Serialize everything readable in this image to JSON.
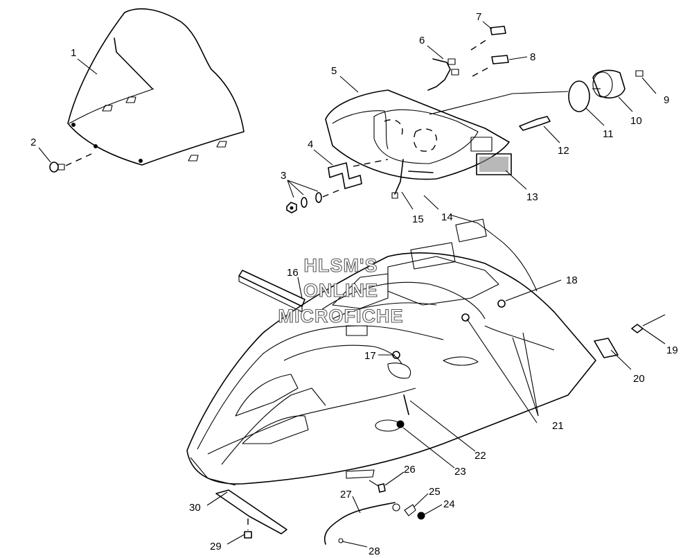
{
  "watermark": {
    "line1": "HLSM'S",
    "line2": "ONLINE",
    "line3": "MICROFICHE"
  },
  "callouts": [
    {
      "id": "1",
      "label": "1"
    },
    {
      "id": "2",
      "label": "2"
    },
    {
      "id": "3",
      "label": "3"
    },
    {
      "id": "4",
      "label": "4"
    },
    {
      "id": "5",
      "label": "5"
    },
    {
      "id": "6",
      "label": "6"
    },
    {
      "id": "7",
      "label": "7"
    },
    {
      "id": "8",
      "label": "8"
    },
    {
      "id": "9",
      "label": "9"
    },
    {
      "id": "10",
      "label": "10"
    },
    {
      "id": "11",
      "label": "11"
    },
    {
      "id": "12",
      "label": "12"
    },
    {
      "id": "13",
      "label": "13"
    },
    {
      "id": "14",
      "label": "14"
    },
    {
      "id": "15",
      "label": "15"
    },
    {
      "id": "16",
      "label": "16"
    },
    {
      "id": "17",
      "label": "17"
    },
    {
      "id": "18",
      "label": "18"
    },
    {
      "id": "19",
      "label": "19"
    },
    {
      "id": "20",
      "label": "20"
    },
    {
      "id": "21",
      "label": "21"
    },
    {
      "id": "22",
      "label": "22"
    },
    {
      "id": "23",
      "label": "23"
    },
    {
      "id": "24",
      "label": "24"
    },
    {
      "id": "25",
      "label": "25"
    },
    {
      "id": "26",
      "label": "26"
    },
    {
      "id": "27",
      "label": "27"
    },
    {
      "id": "28",
      "label": "28"
    },
    {
      "id": "29",
      "label": "29"
    },
    {
      "id": "30",
      "label": "30"
    }
  ]
}
